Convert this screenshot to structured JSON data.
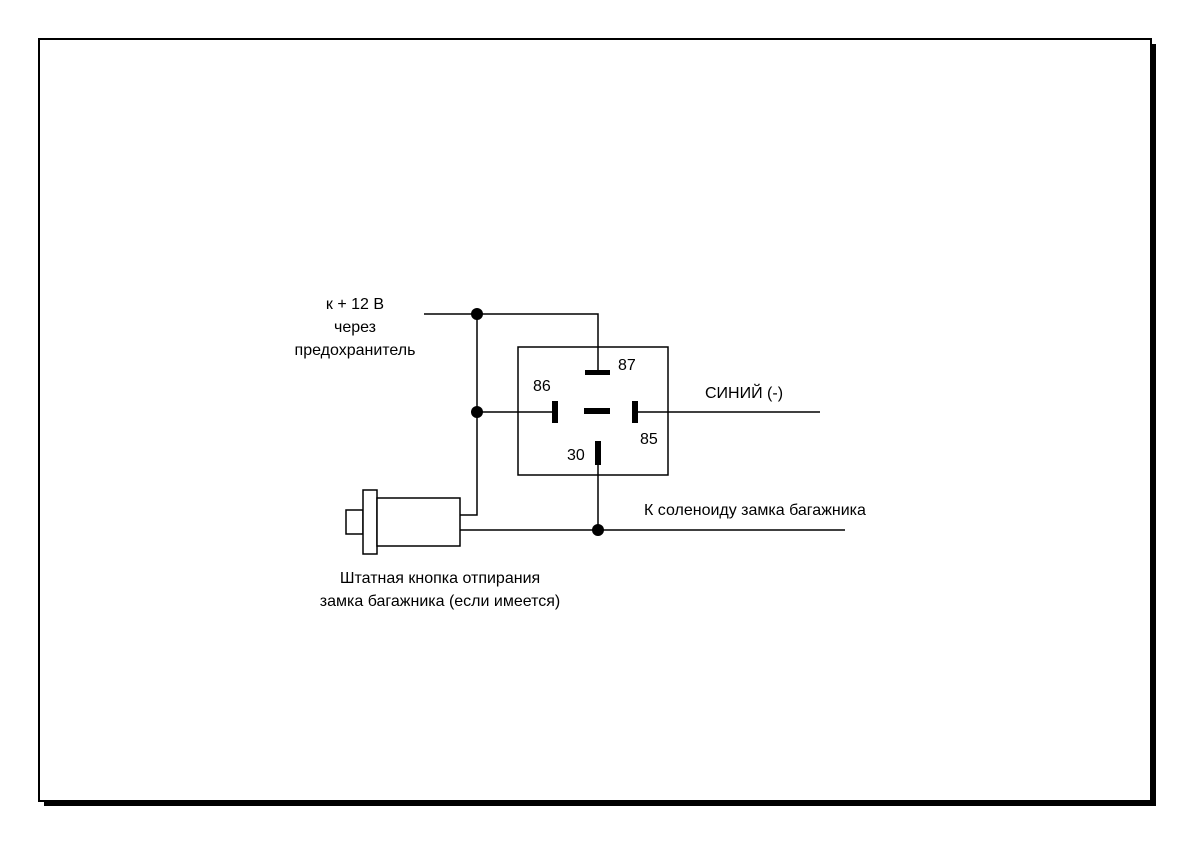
{
  "diagram": {
    "supply_label": [
      "к + 12 В",
      "через",
      "предохранитель"
    ],
    "pins": {
      "p87": "87",
      "p86": "86",
      "p85": "85",
      "p30": "30"
    },
    "blue_wire_label": "СИНИЙ (-)",
    "solenoid_label": "К соленоиду замка багажника",
    "button_label": [
      "Штатная кнопка отпирания",
      "замка багажника (если имеется)"
    ]
  }
}
